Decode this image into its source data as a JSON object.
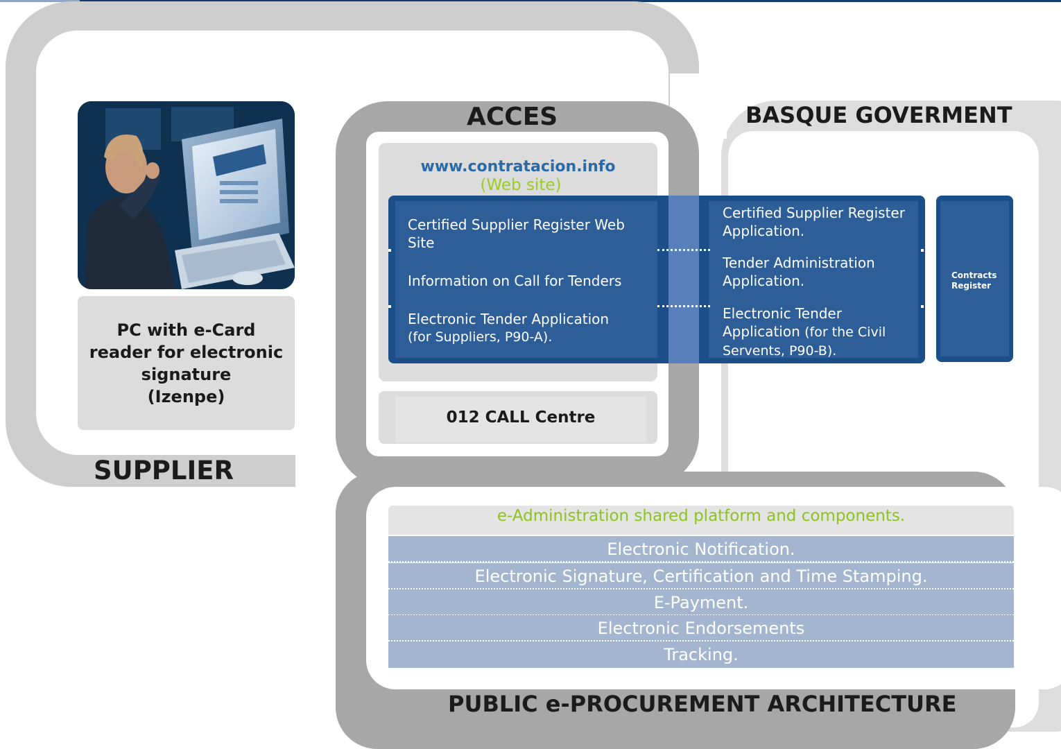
{
  "sections": {
    "acces_title": "ACCES",
    "basque_title": "BASQUE GOVERMENT",
    "supplier_title": "SUPPLIER",
    "architecture_title": "PUBLIC e-PROCUREMENT ARCHITECTURE"
  },
  "supplier": {
    "pc_lines": [
      "PC with e-Card",
      "reader for electronic",
      "signature",
      "(Izenpe)"
    ]
  },
  "access": {
    "website_url": "www.contratacion.info",
    "website_label": "(Web site)",
    "call_centre": "012 CALL Centre",
    "portal_items": [
      {
        "main": "Certified Supplier Register Web Site",
        "note": ""
      },
      {
        "main": "Information on Call for Tenders",
        "note": ""
      },
      {
        "main": "Electronic Tender Application",
        "note": "(for Suppliers, P90-A)."
      }
    ]
  },
  "government": {
    "applications": [
      {
        "main": "Certified Supplier Register Application.",
        "note": ""
      },
      {
        "main": "Tender Administration Application.",
        "note": ""
      },
      {
        "main": "Electronic Tender Application",
        "note": "(for the Civil Servents, P90-B)."
      }
    ],
    "contracts_register": "Contracts Register"
  },
  "platform": {
    "title": "e-Administration shared platform and components.",
    "components": [
      "Electronic Notification.",
      "Electronic Signature, Certification and Time Stamping.",
      "E-Payment.",
      "Electronic Endorsements",
      "Tracking."
    ]
  },
  "colors": {
    "dark_blue": "#1c4e8a",
    "mid_blue": "#2e5e98",
    "row_blue": "#a3b5cf",
    "accent_green": "#8dc21f",
    "link_blue": "#2b6aa8"
  }
}
